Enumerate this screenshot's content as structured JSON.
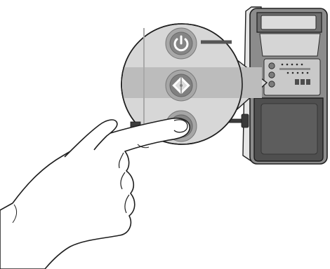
{
  "figure": {
    "subject": "",
    "colors": {
      "background": "#ffffff",
      "device_body": "#8a8a8a",
      "device_frame": "#6a6a6a",
      "device_dark": "#4a4a4a",
      "window_light": "#dedede",
      "callout_fill": "#d7d7d7",
      "callout_band": "#b9b9b9",
      "button_face": "#858585",
      "button_ring": "#a6a6a6",
      "icon_white": "#ffffff",
      "outline": "#1e1e1e",
      "hand_fill": "#ffffff"
    },
    "icons": {
      "power_button": "power-icon",
      "middle_button": "diamond-square-icon",
      "bottom_button": "blank-button"
    },
    "callout_buttons_count": 3,
    "pressed_button": "bottom"
  }
}
